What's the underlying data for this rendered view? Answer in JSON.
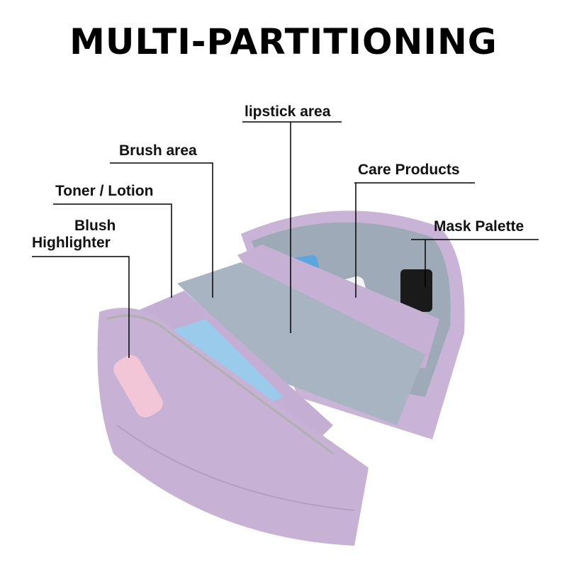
{
  "title": "MULTI-PARTITIONING",
  "labels": {
    "lipstick": "lipstick area",
    "brush": "Brush area",
    "care": "Care Products",
    "toner": "Toner / Lotion",
    "mask": "Mask Palette",
    "blush_line1": "Blush",
    "blush_line2": "Highlighter"
  },
  "colors": {
    "bag": "#c9b3d6",
    "lining": "#9eaab8",
    "line": "#000000"
  }
}
